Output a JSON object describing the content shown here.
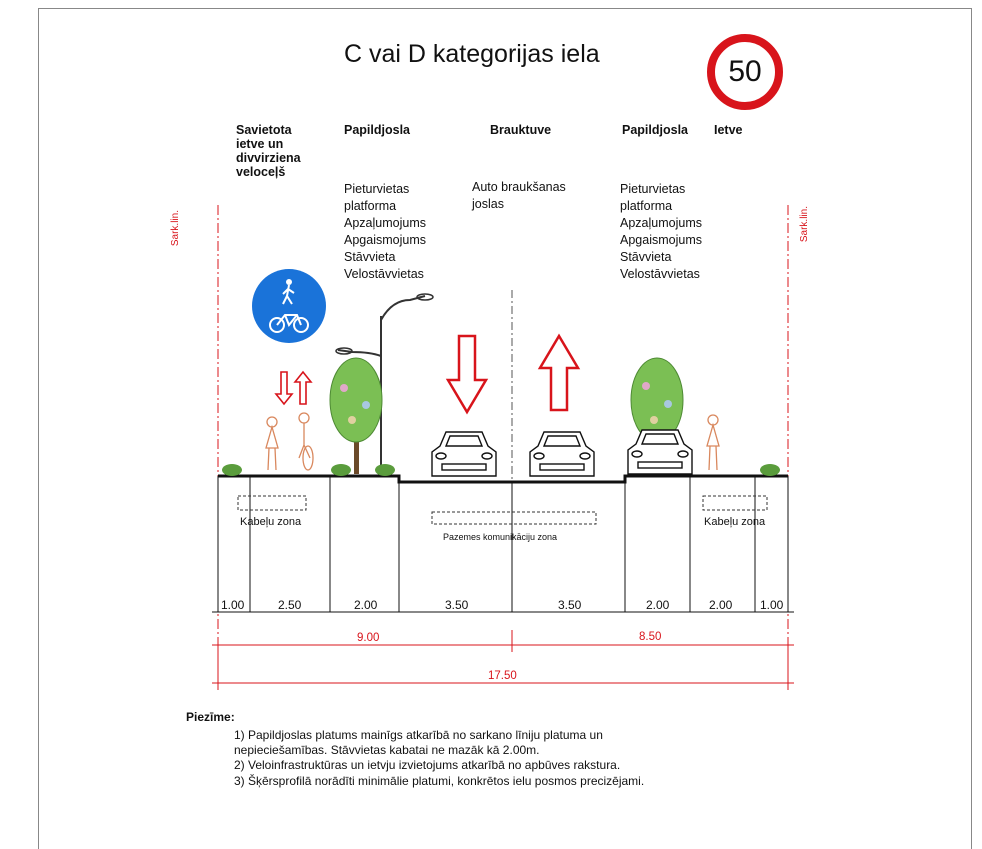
{
  "title": "C vai D kategorijas iela",
  "speed_limit": "50",
  "columns": {
    "col1": [
      "Savietota",
      "ietve un",
      "divvirziena",
      "veloceļš"
    ],
    "col2": "Papildjosla",
    "col3": "Brauktuve",
    "col4": "Papildjosla",
    "col5": "Ietve"
  },
  "papildjosla_items": [
    "Pieturvietas",
    "platforma",
    "Apzaļumojums",
    "Apgaismojums",
    "Stāvvieta",
    "Velostāvvietas"
  ],
  "brauktuve_items": [
    "Auto braukšanas",
    "joslas"
  ],
  "red_line_label": "Sark.lin.",
  "zones": {
    "cable_left": "Kabeļu zona",
    "cable_right": "Kabeļu zona",
    "utilities": "Pazemes komunikāciju zona"
  },
  "widths": [
    "1.00",
    "2.50",
    "2.00",
    "3.50",
    "3.50",
    "2.00",
    "2.00",
    "1.00"
  ],
  "totals": {
    "left": "9.00",
    "right": "8.50",
    "overall": "17.50"
  },
  "colors": {
    "red": "#d8141b",
    "sign_blue": "#1a73d9",
    "tree_green": "#7bbf54"
  },
  "notes": {
    "heading": "Piezīme:",
    "lines": [
      "1) Papildjoslas platums mainīgs atkarībā no sarkano līniju platuma un",
      "nepieciešamības. Stāvvietas kabatai  ne mazāk kā 2.00m.",
      "2) Veloinfrastruktūras un ietvju izvietojums atkarībā no apbūves rakstura.",
      "3) Šķērsprofilā norādīti minimālie platumi, konkrētos ielu posmos precizējami."
    ]
  }
}
